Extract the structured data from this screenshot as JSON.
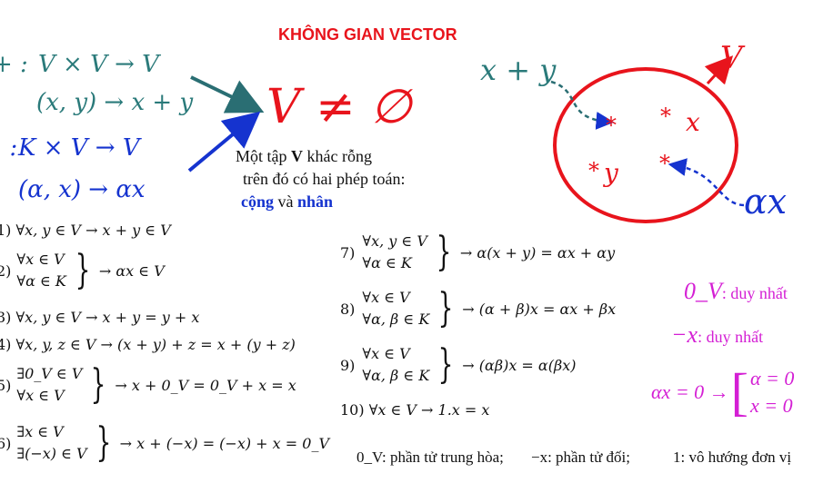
{
  "title": "KHÔNG GIAN VECTOR",
  "ops": {
    "add_label": "+ :",
    "add_map": "V × V → V",
    "add_pair": "(x, y) → x + y",
    "mul_label": ". :",
    "mul_map": "K × V → V",
    "mul_pair": "(α, x) → αx"
  },
  "center": {
    "nonempty": "V ≠ ∅",
    "line1_pre": "Một tập ",
    "line1_bold": "V",
    "line1_post": " khác rỗng",
    "line2": "trên đó có hai phép toán:",
    "line3_a": "cộng",
    "line3_mid": " và ",
    "line3_b": "nhân"
  },
  "diagram": {
    "label_sum": "x + y",
    "label_V": "V",
    "label_x": "x",
    "label_y": "y",
    "label_ax": "αx"
  },
  "axioms_left": [
    {
      "n": "1)",
      "text": "∀x, y ∈ V → x + y ∈ V"
    },
    {
      "n": "2)",
      "line1": "∀x ∈ V",
      "line2": "∀α ∈ K",
      "rhs": "→ αx ∈ V"
    },
    {
      "n": "3)",
      "text": "∀x, y ∈ V → x + y = y + x"
    },
    {
      "n": "4)",
      "text": "∀x, y, z ∈ V → (x + y) + z = x + (y + z)"
    },
    {
      "n": "5)",
      "line1": "∃0_V ∈ V",
      "line2": "∀x ∈ V",
      "rhs": "→ x + 0_V = 0_V + x = x"
    },
    {
      "n": "6)",
      "line1": "∃x ∈ V",
      "line2": "∃(−x) ∈ V",
      "rhs": "→ x + (−x) = (−x) + x = 0_V"
    }
  ],
  "axioms_right": [
    {
      "n": "7)",
      "line1": "∀x, y ∈ V",
      "line2": "∀α ∈ K",
      "rhs": "→ α(x + y) = αx + αy"
    },
    {
      "n": "8)",
      "line1": "∀x ∈ V",
      "line2": "∀α, β ∈ K",
      "rhs": "→ (α + β)x = αx + βx"
    },
    {
      "n": "9)",
      "line1": "∀x ∈ V",
      "line2": "∀α, β ∈ K",
      "rhs": "→ (αβ)x = α(βx)"
    },
    {
      "n": "10)",
      "text": "∀x ∈ V → 1.x = x"
    }
  ],
  "notes": {
    "zero_unique_sym": "0_V",
    "zero_unique": ": duy nhất",
    "neg_unique_sym": "−x",
    "neg_unique": ": duy nhất",
    "ax_zero": "αx = 0 →",
    "case1": "α = 0",
    "case2": "x = 0"
  },
  "footer": {
    "f1": "0_V: phần tử trung hòa;",
    "f2": "−x: phần tử đối;",
    "f3": "1: vô hướng đơn vị"
  },
  "colors": {
    "red": "#e8141c",
    "teal": "#2a7a7a",
    "blue": "#1533cf",
    "magenta": "#d41fd4"
  }
}
